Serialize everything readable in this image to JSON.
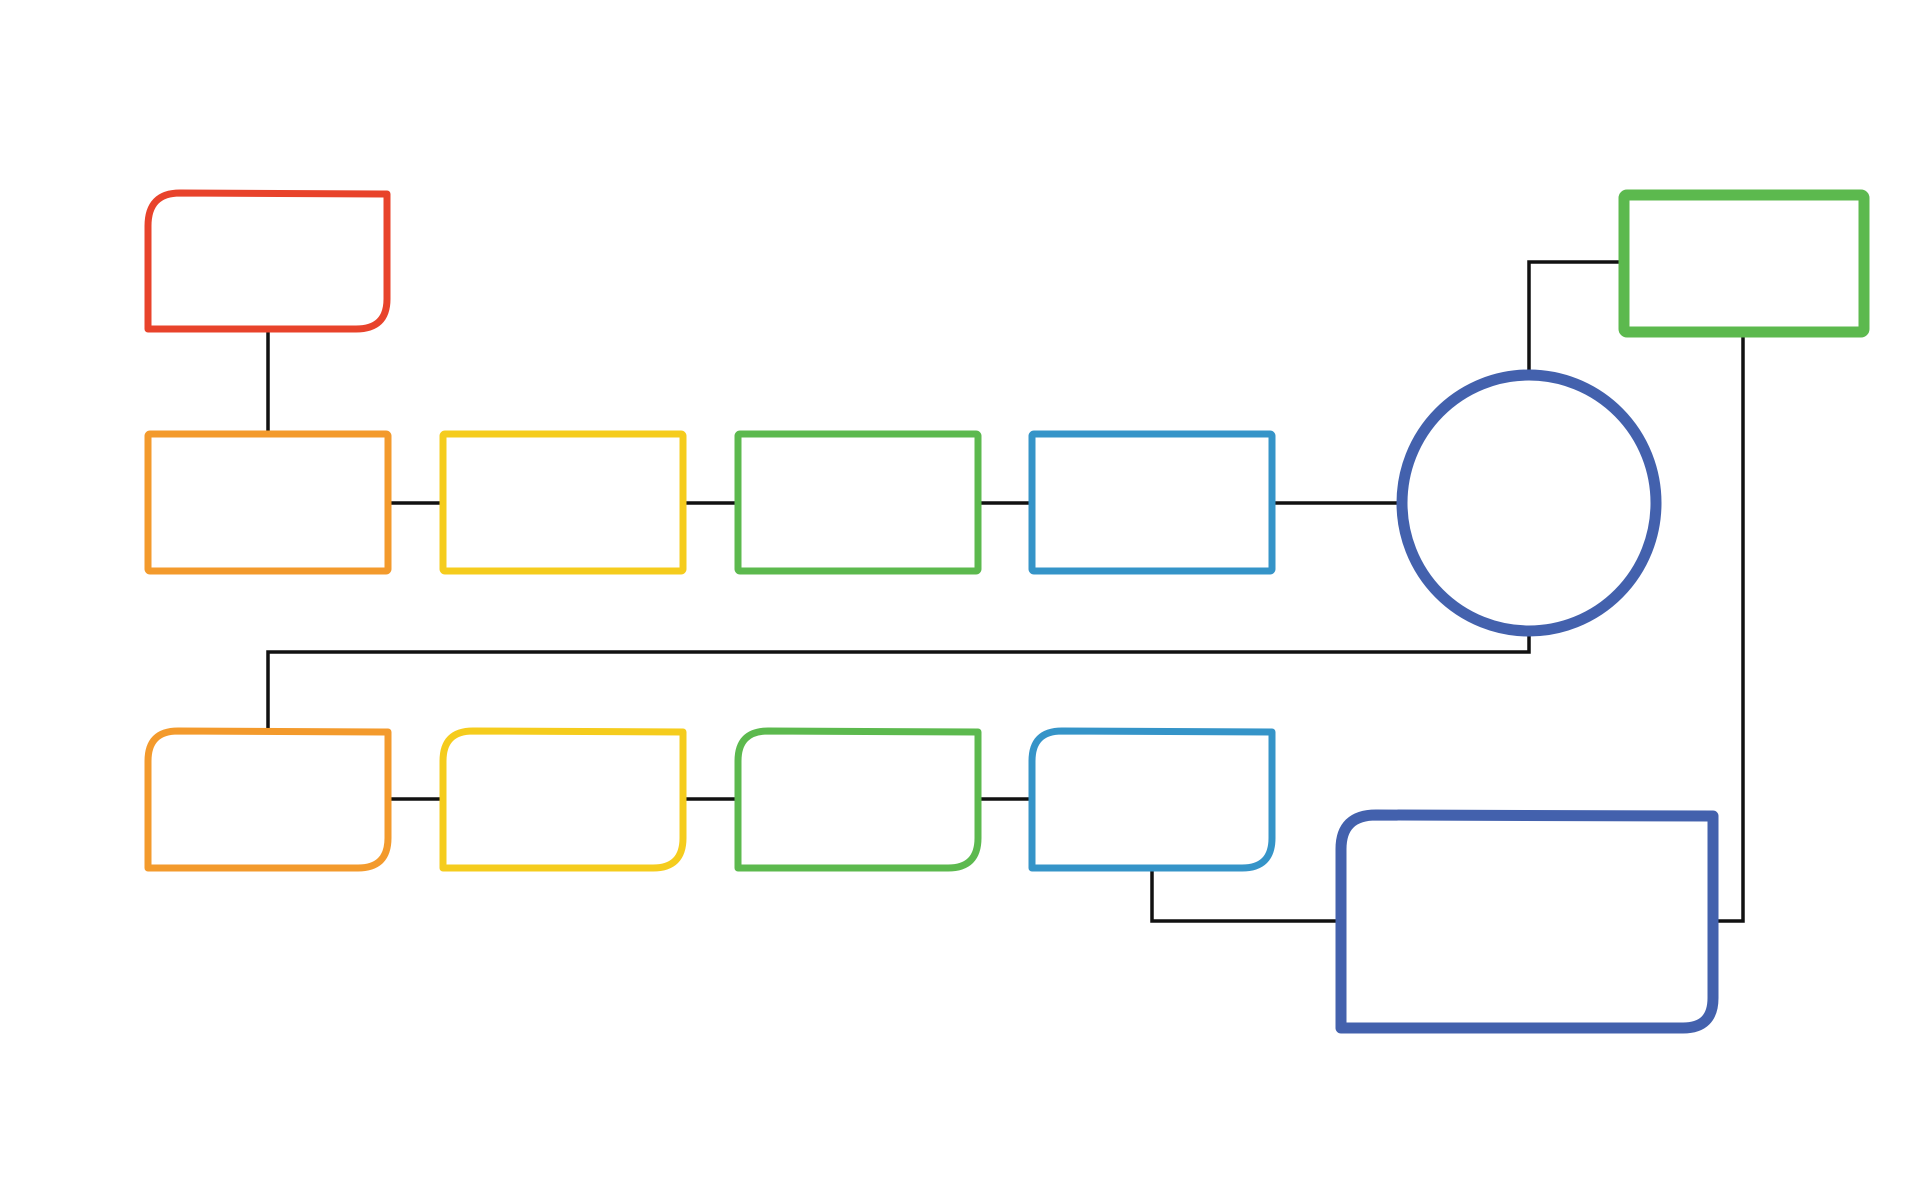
{
  "diagram": {
    "title": "",
    "node_style": "hand-drawn outline boxes, empty (no labels)",
    "connector_color": "#111111",
    "nodes": [
      {
        "id": "top-left-box",
        "shape": "rounded-rectangle",
        "color": "#E8432B",
        "label": ""
      },
      {
        "id": "row1-box-1",
        "shape": "rectangle",
        "color": "#F39A2C",
        "label": ""
      },
      {
        "id": "row1-box-2",
        "shape": "rectangle",
        "color": "#F5CC1D",
        "label": ""
      },
      {
        "id": "row1-box-3",
        "shape": "rectangle",
        "color": "#5CB94E",
        "label": ""
      },
      {
        "id": "row1-box-4",
        "shape": "rectangle",
        "color": "#3594C8",
        "label": ""
      },
      {
        "id": "hub-circle",
        "shape": "circle",
        "color": "#4361AD",
        "label": ""
      },
      {
        "id": "top-right-box",
        "shape": "rectangle",
        "color": "#5CB94E",
        "label": ""
      },
      {
        "id": "row2-box-1",
        "shape": "rounded-rectangle",
        "color": "#F39A2C",
        "label": ""
      },
      {
        "id": "row2-box-2",
        "shape": "rounded-rectangle",
        "color": "#F5CC1D",
        "label": ""
      },
      {
        "id": "row2-box-3",
        "shape": "rounded-rectangle",
        "color": "#5CB94E",
        "label": ""
      },
      {
        "id": "row2-box-4",
        "shape": "rounded-rectangle",
        "color": "#3594C8",
        "label": ""
      },
      {
        "id": "bottom-right-box",
        "shape": "rounded-rectangle",
        "color": "#4361AD",
        "label": ""
      }
    ],
    "edges": [
      {
        "from": "top-left-box",
        "to": "row1-box-1"
      },
      {
        "from": "row1-box-1",
        "to": "row1-box-2"
      },
      {
        "from": "row1-box-2",
        "to": "row1-box-3"
      },
      {
        "from": "row1-box-3",
        "to": "row1-box-4"
      },
      {
        "from": "row1-box-4",
        "to": "hub-circle"
      },
      {
        "from": "hub-circle",
        "to": "top-right-box"
      },
      {
        "from": "hub-circle",
        "to": "row2-box-1"
      },
      {
        "from": "row2-box-1",
        "to": "row2-box-2"
      },
      {
        "from": "row2-box-2",
        "to": "row2-box-3"
      },
      {
        "from": "row2-box-3",
        "to": "row2-box-4"
      },
      {
        "from": "row2-box-4",
        "to": "bottom-right-box"
      },
      {
        "from": "top-right-box",
        "to": "bottom-right-box"
      }
    ]
  }
}
